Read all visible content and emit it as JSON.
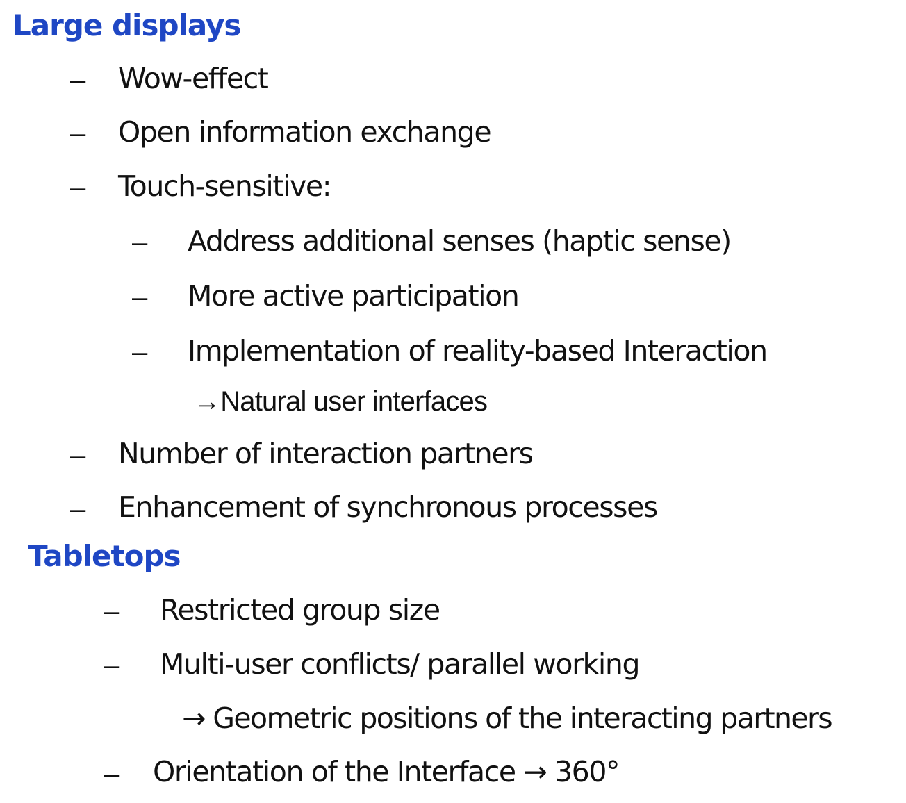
{
  "sections": [
    {
      "heading": "Large displays",
      "items": [
        {
          "text": "Wow-effect"
        },
        {
          "text": "Open information exchange"
        },
        {
          "text": "Touch-sensitive:"
        },
        {
          "text": "Address additional senses (haptic sense)"
        },
        {
          "text": "More active participation"
        },
        {
          "text": "Implementation of reality-based Interaction"
        },
        {
          "arrow": "→",
          "text": "Natural user interfaces"
        },
        {
          "text": "Number of interaction partners"
        },
        {
          "text": "Enhancement of synchronous processes"
        }
      ]
    },
    {
      "heading": "Tabletops",
      "items": [
        {
          "text": "Restricted group size"
        },
        {
          "text": "Multi-user conflicts/ parallel working"
        },
        {
          "arrow": "→",
          "text": " Geometric positions of the interacting partners"
        },
        {
          "text": "Orientation of the Interface",
          "arrow": "→",
          "suffix": " 360°"
        }
      ]
    }
  ],
  "dash_glyph": "–",
  "colors": {
    "heading": "#1f47c4",
    "text": "#111111",
    "background": "#ffffff"
  }
}
